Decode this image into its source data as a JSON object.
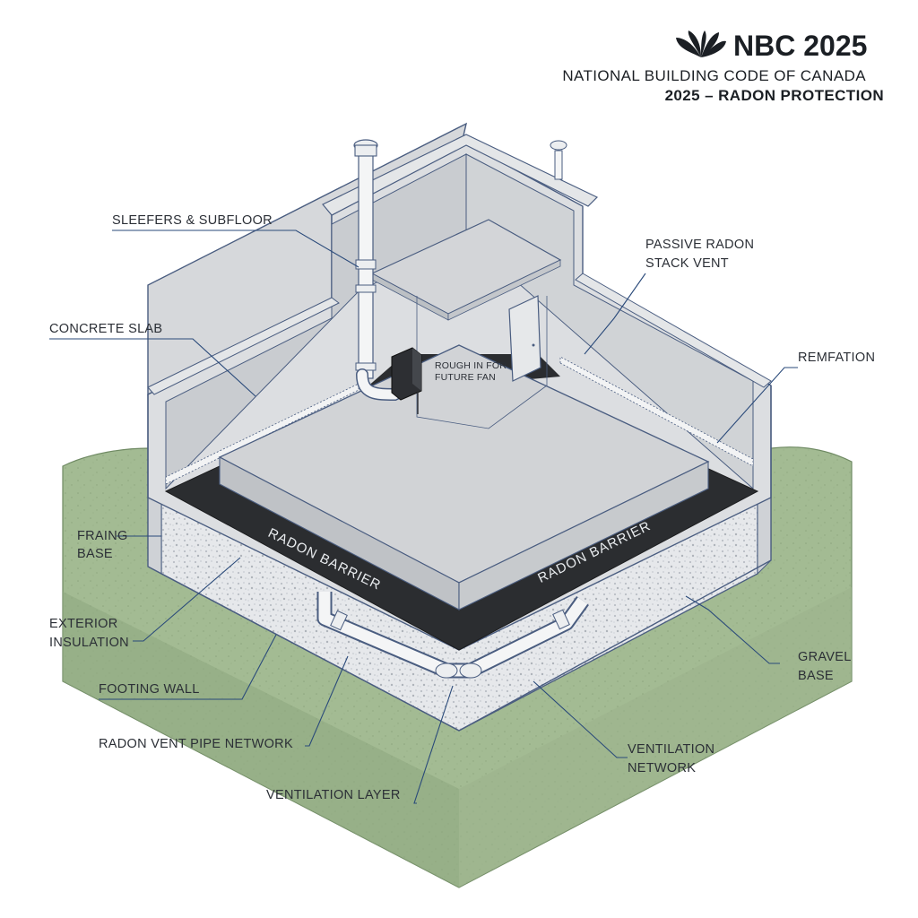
{
  "header": {
    "brand": "NBC 2025",
    "subtitle_line1": "NATIONAL BUILDING CODE OF CANADA",
    "subtitle_line2": "2025 – RADON PROTECTION"
  },
  "labels": {
    "sleepers_subfloor": "SLEEFERS & SUBFLOOR",
    "passive_stack_line1": "PASSIVE RADON",
    "passive_stack_line2": "STACK VENT",
    "concrete_slab": "CONCRETE SLAB",
    "remfation": "REMFATION",
    "rough_in_line1": "ROUGH IN FOR",
    "rough_in_line2": "FUTURE FAN",
    "framing_base_line1": "FRAING",
    "framing_base_line2": "BASE",
    "barrier_left": "RADON BARRIER",
    "barrier_right": "RADON BARRIER",
    "exterior_insulation_line1": "EXTERIOR",
    "exterior_insulation_line2": "INSULATION",
    "gravel_base_line1": "GRAVEL",
    "gravel_base_line2": "BASE",
    "footing_wall": "FOOTING WALL",
    "radon_vent_pipe": "RADON VENT PIPE NETWORK",
    "ventilation_network_line1": "VENTILATION",
    "ventilation_network_line2": "NETWORK",
    "ventilation_layer": "VENTILATION LAYER"
  },
  "colors": {
    "soil": "#9fb88f",
    "soil_dark": "#7f9a72",
    "gravel": "#e3e5e8",
    "wall": "#d7d9dc",
    "slab": "#cfd1d4",
    "barrier": "#2b2d30",
    "edge": "#4a5d80",
    "leader": "#2a4a7a"
  },
  "icons": {
    "logo": "peacock-logo-icon"
  }
}
